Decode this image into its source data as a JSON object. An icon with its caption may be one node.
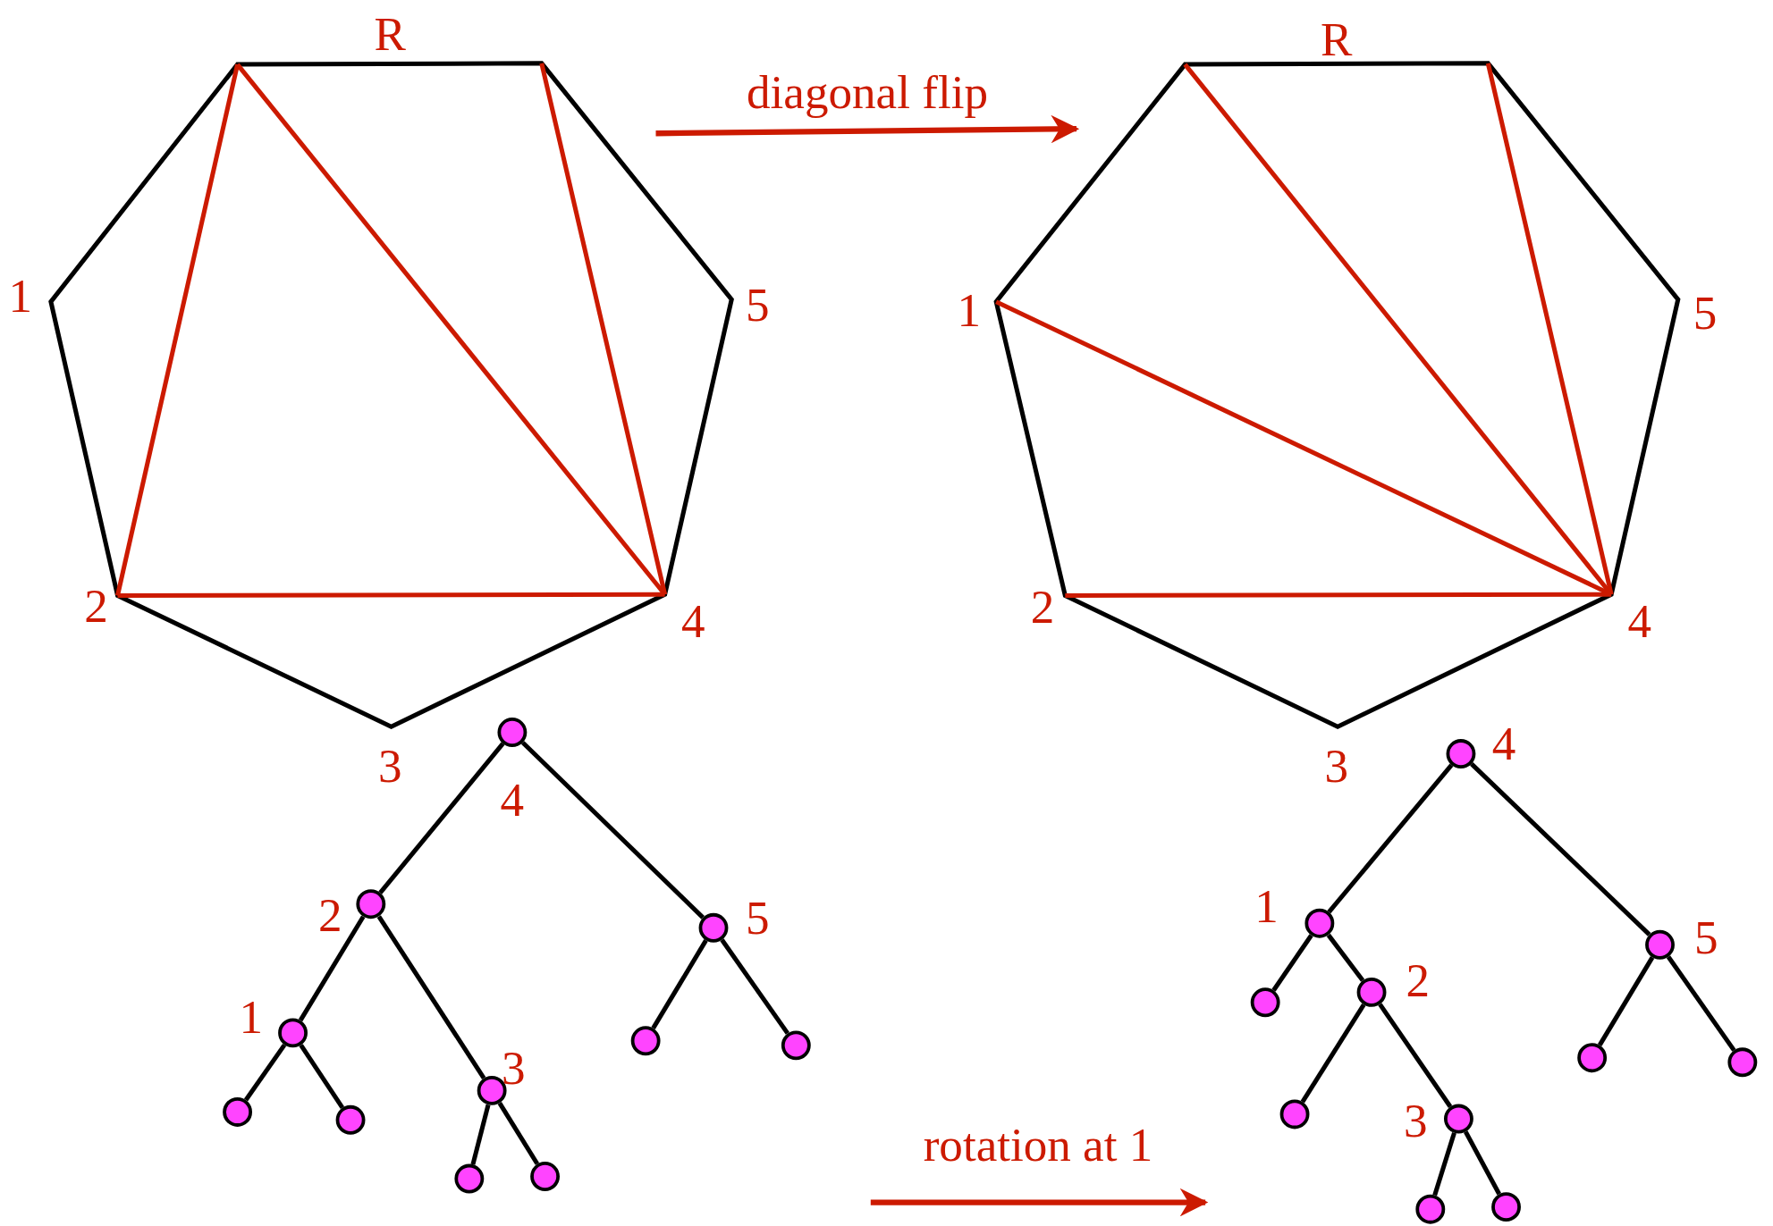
{
  "diagram": {
    "nodes": [
      {
        "text": [],
        "shape": "circle",
        "beside": [
          "4"
        ]
      },
      {
        "text": [],
        "shape": "circle",
        "beside": [
          "2"
        ]
      },
      {
        "text": [],
        "shape": "circle",
        "beside": [
          "5"
        ]
      },
      {
        "text": [],
        "shape": "circle",
        "beside": [
          "1"
        ]
      },
      {
        "text": [],
        "shape": "circle",
        "beside": [
          "3"
        ]
      },
      {
        "text": [],
        "shape": "circle"
      },
      {
        "text": [],
        "shape": "circle"
      },
      {
        "text": [],
        "shape": "circle"
      },
      {
        "text": [],
        "shape": "circle"
      },
      {
        "text": [],
        "shape": "circle"
      },
      {
        "text": [],
        "shape": "circle"
      },
      {
        "text": [],
        "shape": "circle",
        "beside": [
          "4"
        ]
      },
      {
        "text": [],
        "shape": "circle",
        "beside": [
          "1"
        ]
      },
      {
        "text": [],
        "shape": "circle",
        "beside": [
          "5"
        ]
      },
      {
        "text": [],
        "shape": "circle",
        "beside": [
          "2"
        ]
      },
      {
        "text": [],
        "shape": "circle",
        "beside": [
          "3"
        ]
      },
      {
        "text": [],
        "shape": "circle"
      },
      {
        "text": [],
        "shape": "circle"
      },
      {
        "text": [],
        "shape": "circle"
      },
      {
        "text": [],
        "shape": "circle"
      },
      {
        "text": [],
        "shape": "circle"
      },
      {
        "text": [],
        "shape": "circle"
      }
    ],
    "edges": [
      {
        "from": 0,
        "to": 1,
        "arrow": "none"
      },
      {
        "from": 0,
        "to": 2,
        "arrow": "none"
      },
      {
        "from": 1,
        "to": 3,
        "arrow": "none"
      },
      {
        "from": 1,
        "to": 4,
        "arrow": "none"
      },
      {
        "from": 3,
        "to": 5,
        "arrow": "none"
      },
      {
        "from": 3,
        "to": 6,
        "arrow": "none"
      },
      {
        "from": 4,
        "to": 7,
        "arrow": "none"
      },
      {
        "from": 4,
        "to": 8,
        "arrow": "none"
      },
      {
        "from": 2,
        "to": 9,
        "arrow": "none"
      },
      {
        "from": 2,
        "to": 10,
        "arrow": "none"
      },
      {
        "from": 11,
        "to": 12,
        "arrow": "none"
      },
      {
        "from": 11,
        "to": 13,
        "arrow": "none"
      },
      {
        "from": 12,
        "to": 16,
        "arrow": "none"
      },
      {
        "from": 12,
        "to": 14,
        "arrow": "none"
      },
      {
        "from": 14,
        "to": 17,
        "arrow": "none"
      },
      {
        "from": 14,
        "to": 15,
        "arrow": "none"
      },
      {
        "from": 15,
        "to": 18,
        "arrow": "none"
      },
      {
        "from": 15,
        "to": 19,
        "arrow": "none"
      },
      {
        "from": 13,
        "to": 20,
        "arrow": "none"
      },
      {
        "from": 13,
        "to": 21,
        "arrow": "none"
      }
    ],
    "labels": [
      "R",
      "diagonal flip",
      "R",
      "1",
      "5",
      "1",
      "5",
      "2",
      "4",
      "2",
      "4",
      "3",
      "3",
      "rotation at 1"
    ]
  }
}
